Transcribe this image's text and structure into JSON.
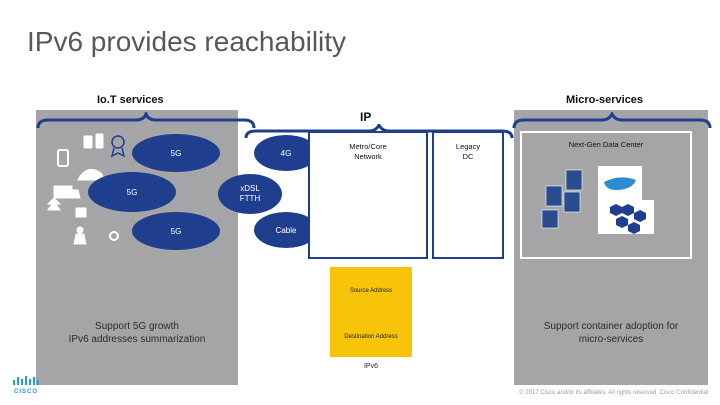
{
  "title": "IPv6 provides reachability",
  "iot": {
    "header": "Io.T services",
    "ellipses": [
      "5G",
      "5G",
      "5G"
    ],
    "caption_line1": "Support 5G growth",
    "caption_line2": "IPv6 addresses summarization"
  },
  "ip": {
    "header": "IP",
    "g4": "4G",
    "xdsl_line1": "xDSL",
    "xdsl_line2": "FTTH",
    "cable": "Cable",
    "metro_line1": "Metro/Core",
    "metro_line2": "Network",
    "legacy_line1": "Legacy",
    "legacy_line2": "DC",
    "source": "Source Address",
    "destination": "Destination Address",
    "ipv6": "IPv6"
  },
  "micro": {
    "header": "Micro-services",
    "ngdc": "Next-Gen Data Center",
    "caption_line1": "Support container adoption for",
    "caption_line2": "micro-services"
  },
  "footer": {
    "copyright": "© 2017 Cisco and/or its affiliates. All rights reserved. Cisco Confidential",
    "logo": "CISCO"
  },
  "colors": {
    "panel": "#a5a5a7",
    "brace": "#1f3e8e",
    "ellipse": "#1f3e8e",
    "packet": "#f8c40a"
  }
}
